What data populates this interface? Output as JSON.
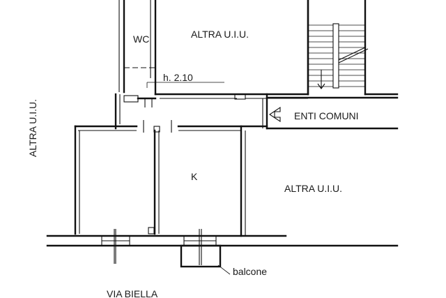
{
  "rooms": {
    "wc": "WC",
    "altra_top": "ALTRA U.I.U.",
    "altra_left": "ALTRA U.I.U.",
    "altra_right": "ALTRA U.I.U.",
    "kitchen": "K"
  },
  "annotations": {
    "ceiling_height": "h. 2.10",
    "enti_comuni": "ENTI COMUNI",
    "balcone": "balcone",
    "street": "VIA BIELLA"
  },
  "colors": {
    "line": "#111111",
    "background": "#ffffff"
  }
}
